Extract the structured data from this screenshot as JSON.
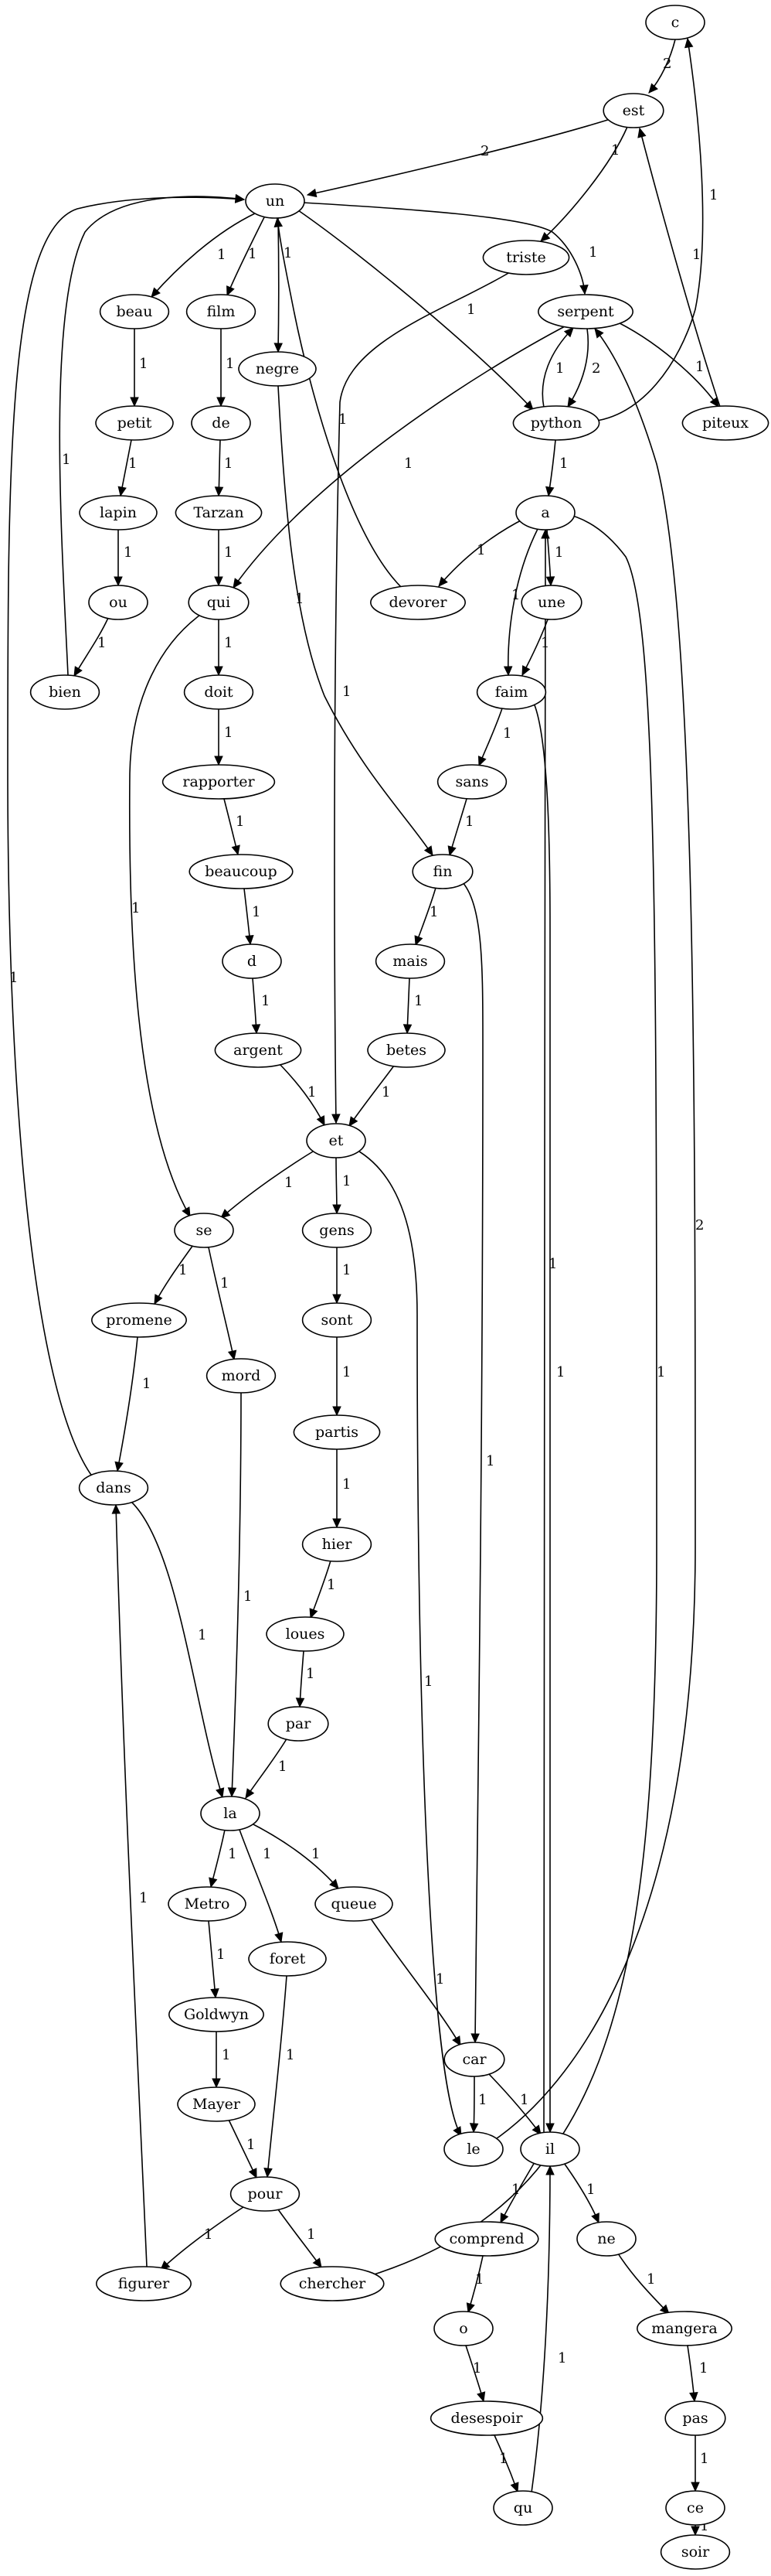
{
  "graph": {
    "nodes": [
      {
        "id": "c",
        "label": "c"
      },
      {
        "id": "est",
        "label": "est"
      },
      {
        "id": "un",
        "label": "un"
      },
      {
        "id": "triste",
        "label": "triste"
      },
      {
        "id": "serpent",
        "label": "serpent"
      },
      {
        "id": "beau",
        "label": "beau"
      },
      {
        "id": "film",
        "label": "film"
      },
      {
        "id": "negre",
        "label": "negre"
      },
      {
        "id": "python",
        "label": "python"
      },
      {
        "id": "piteux",
        "label": "piteux"
      },
      {
        "id": "petit",
        "label": "petit"
      },
      {
        "id": "de",
        "label": "de"
      },
      {
        "id": "lapin",
        "label": "lapin"
      },
      {
        "id": "Tarzan",
        "label": "Tarzan"
      },
      {
        "id": "a",
        "label": "a"
      },
      {
        "id": "ou",
        "label": "ou"
      },
      {
        "id": "qui",
        "label": "qui"
      },
      {
        "id": "devorer",
        "label": "devorer"
      },
      {
        "id": "une",
        "label": "une"
      },
      {
        "id": "bien",
        "label": "bien"
      },
      {
        "id": "doit",
        "label": "doit"
      },
      {
        "id": "faim",
        "label": "faim"
      },
      {
        "id": "rapporter",
        "label": "rapporter"
      },
      {
        "id": "sans",
        "label": "sans"
      },
      {
        "id": "beaucoup",
        "label": "beaucoup"
      },
      {
        "id": "fin",
        "label": "fin"
      },
      {
        "id": "d",
        "label": "d"
      },
      {
        "id": "mais",
        "label": "mais"
      },
      {
        "id": "argent",
        "label": "argent"
      },
      {
        "id": "betes",
        "label": "betes"
      },
      {
        "id": "et",
        "label": "et"
      },
      {
        "id": "se",
        "label": "se"
      },
      {
        "id": "gens",
        "label": "gens"
      },
      {
        "id": "promene",
        "label": "promene"
      },
      {
        "id": "mord",
        "label": "mord"
      },
      {
        "id": "sont",
        "label": "sont"
      },
      {
        "id": "partis",
        "label": "partis"
      },
      {
        "id": "dans",
        "label": "dans"
      },
      {
        "id": "hier",
        "label": "hier"
      },
      {
        "id": "loues",
        "label": "loues"
      },
      {
        "id": "par",
        "label": "par"
      },
      {
        "id": "la",
        "label": "la"
      },
      {
        "id": "Metro",
        "label": "Metro"
      },
      {
        "id": "queue",
        "label": "queue"
      },
      {
        "id": "foret",
        "label": "foret"
      },
      {
        "id": "Goldwyn",
        "label": "Goldwyn"
      },
      {
        "id": "car",
        "label": "car"
      },
      {
        "id": "Mayer",
        "label": "Mayer"
      },
      {
        "id": "le",
        "label": "le"
      },
      {
        "id": "il",
        "label": "il"
      },
      {
        "id": "pour",
        "label": "pour"
      },
      {
        "id": "comprend",
        "label": "comprend"
      },
      {
        "id": "ne",
        "label": "ne"
      },
      {
        "id": "figurer",
        "label": "figurer"
      },
      {
        "id": "chercher",
        "label": "chercher"
      },
      {
        "id": "o",
        "label": "o"
      },
      {
        "id": "mangera",
        "label": "mangera"
      },
      {
        "id": "desespoir",
        "label": "desespoir"
      },
      {
        "id": "pas",
        "label": "pas"
      },
      {
        "id": "qu",
        "label": "qu"
      },
      {
        "id": "ce",
        "label": "ce"
      },
      {
        "id": "soir",
        "label": "soir"
      }
    ],
    "edges": [
      {
        "from": "c",
        "to": "est",
        "label": "2"
      },
      {
        "from": "est",
        "to": "un",
        "label": "2"
      },
      {
        "from": "est",
        "to": "triste",
        "label": "1"
      },
      {
        "from": "un",
        "to": "beau",
        "label": "1"
      },
      {
        "from": "un",
        "to": "film",
        "label": "1"
      },
      {
        "from": "un",
        "to": "negre",
        "label": "1"
      },
      {
        "from": "un",
        "to": "python",
        "label": "1"
      },
      {
        "from": "un",
        "to": "serpent",
        "label": "1"
      },
      {
        "from": "triste",
        "to": "et",
        "label": "1"
      },
      {
        "from": "serpent",
        "to": "python",
        "label": "2"
      },
      {
        "from": "serpent",
        "to": "piteux",
        "label": "1"
      },
      {
        "from": "serpent",
        "to": "qui",
        "label": "1"
      },
      {
        "from": "python",
        "to": "serpent",
        "label": "1"
      },
      {
        "from": "python",
        "to": "c",
        "label": "1"
      },
      {
        "from": "python",
        "to": "a",
        "label": "1"
      },
      {
        "from": "piteux",
        "to": "est",
        "label": "1"
      },
      {
        "from": "beau",
        "to": "petit",
        "label": "1"
      },
      {
        "from": "petit",
        "to": "lapin",
        "label": "1"
      },
      {
        "from": "lapin",
        "to": "ou",
        "label": "1"
      },
      {
        "from": "ou",
        "to": "bien",
        "label": "1"
      },
      {
        "from": "bien",
        "to": "un",
        "label": "1"
      },
      {
        "from": "film",
        "to": "de",
        "label": "1"
      },
      {
        "from": "de",
        "to": "Tarzan",
        "label": "1"
      },
      {
        "from": "Tarzan",
        "to": "qui",
        "label": "1"
      },
      {
        "from": "negre",
        "to": "fin",
        "label": "1"
      },
      {
        "from": "a",
        "to": "devorer",
        "label": "1"
      },
      {
        "from": "a",
        "to": "une",
        "label": "1"
      },
      {
        "from": "a",
        "to": "faim",
        "label": "1"
      },
      {
        "from": "devorer",
        "to": "un",
        "label": "1"
      },
      {
        "from": "une",
        "to": "faim",
        "label": "1"
      },
      {
        "from": "qui",
        "to": "doit",
        "label": "1"
      },
      {
        "from": "qui",
        "to": "se",
        "label": "1"
      },
      {
        "from": "doit",
        "to": "rapporter",
        "label": "1"
      },
      {
        "from": "rapporter",
        "to": "beaucoup",
        "label": "1"
      },
      {
        "from": "beaucoup",
        "to": "d",
        "label": "1"
      },
      {
        "from": "d",
        "to": "argent",
        "label": "1"
      },
      {
        "from": "argent",
        "to": "et",
        "label": "1"
      },
      {
        "from": "faim",
        "to": "sans",
        "label": "1"
      },
      {
        "from": "faim",
        "to": "il",
        "label": "1"
      },
      {
        "from": "sans",
        "to": "fin",
        "label": "1"
      },
      {
        "from": "fin",
        "to": "mais",
        "label": "1"
      },
      {
        "from": "fin",
        "to": "car",
        "label": "1"
      },
      {
        "from": "mais",
        "to": "betes",
        "label": "1"
      },
      {
        "from": "betes",
        "to": "et",
        "label": "1"
      },
      {
        "from": "et",
        "to": "se",
        "label": "1"
      },
      {
        "from": "et",
        "to": "gens",
        "label": "1"
      },
      {
        "from": "et",
        "to": "le",
        "label": "1"
      },
      {
        "from": "se",
        "to": "promene",
        "label": "1"
      },
      {
        "from": "se",
        "to": "mord",
        "label": "1"
      },
      {
        "from": "promene",
        "to": "dans",
        "label": "1"
      },
      {
        "from": "mord",
        "to": "la",
        "label": "1"
      },
      {
        "from": "gens",
        "to": "sont",
        "label": "1"
      },
      {
        "from": "sont",
        "to": "partis",
        "label": "1"
      },
      {
        "from": "partis",
        "to": "hier",
        "label": "1"
      },
      {
        "from": "hier",
        "to": "loues",
        "label": "1"
      },
      {
        "from": "loues",
        "to": "par",
        "label": "1"
      },
      {
        "from": "par",
        "to": "la",
        "label": "1"
      },
      {
        "from": "dans",
        "to": "un",
        "label": "1"
      },
      {
        "from": "dans",
        "to": "la",
        "label": "1"
      },
      {
        "from": "la",
        "to": "Metro",
        "label": "1"
      },
      {
        "from": "la",
        "to": "foret",
        "label": "1"
      },
      {
        "from": "la",
        "to": "queue",
        "label": "1"
      },
      {
        "from": "queue",
        "to": "car",
        "label": "1"
      },
      {
        "from": "Metro",
        "to": "Goldwyn",
        "label": "1"
      },
      {
        "from": "Goldwyn",
        "to": "Mayer",
        "label": "1"
      },
      {
        "from": "Mayer",
        "to": "pour",
        "label": "1"
      },
      {
        "from": "foret",
        "to": "pour",
        "label": "1"
      },
      {
        "from": "car",
        "to": "le",
        "label": "1"
      },
      {
        "from": "car",
        "to": "il",
        "label": "1"
      },
      {
        "from": "le",
        "to": "serpent",
        "label": "2"
      },
      {
        "from": "il",
        "to": "a",
        "label": "1"
      },
      {
        "from": "il",
        "to": "comprend",
        "label": "1"
      },
      {
        "from": "il",
        "to": "ne",
        "label": "1"
      },
      {
        "from": "pour",
        "to": "figurer",
        "label": "1"
      },
      {
        "from": "pour",
        "to": "chercher",
        "label": "1"
      },
      {
        "from": "figurer",
        "to": "dans",
        "label": "1"
      },
      {
        "from": "chercher",
        "to": "a",
        "label": "1"
      },
      {
        "from": "comprend",
        "to": "o",
        "label": "1"
      },
      {
        "from": "o",
        "to": "desespoir",
        "label": "1"
      },
      {
        "from": "desespoir",
        "to": "qu",
        "label": "1"
      },
      {
        "from": "qu",
        "to": "il",
        "label": "1"
      },
      {
        "from": "ne",
        "to": "mangera",
        "label": "1"
      },
      {
        "from": "mangera",
        "to": "pas",
        "label": "1"
      },
      {
        "from": "pas",
        "to": "ce",
        "label": "1"
      },
      {
        "from": "ce",
        "to": "soir",
        "label": "1"
      }
    ]
  }
}
